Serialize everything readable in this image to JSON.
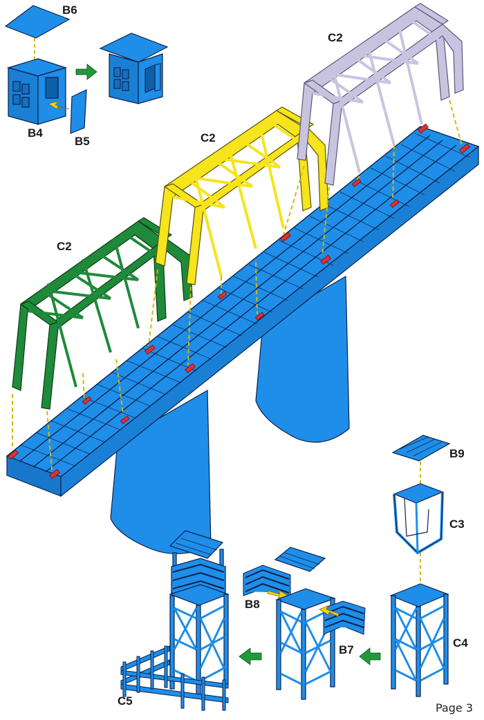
{
  "page": {
    "number_text": "Page 3"
  },
  "labels": {
    "b6": "B6",
    "b4": "B4",
    "b5": "B5",
    "c2_left": "C2",
    "c2_middle": "C2",
    "c2_right": "C2",
    "b9": "B9",
    "c3": "C3",
    "c4": "C4",
    "b8": "B8",
    "b7": "B7",
    "c5": "C5"
  },
  "colors": {
    "part_blue": "#1f8ee8",
    "outline": "#0b1f4a",
    "truss_green": "#1e8a3a",
    "truss_yellow": "#f6e41c",
    "truss_lavender": "#c8c4e0",
    "connector_red": "#e03030",
    "step_arrow_green": "#1f9a3a",
    "insert_arrow_yellow": "#f2d21a"
  },
  "icons": {
    "step_arrow": "green-right-arrow",
    "step_arrow_left": "green-left-arrow",
    "insert_arrow": "yellow-arrow",
    "guide_line": "dashed-yellow-line"
  }
}
